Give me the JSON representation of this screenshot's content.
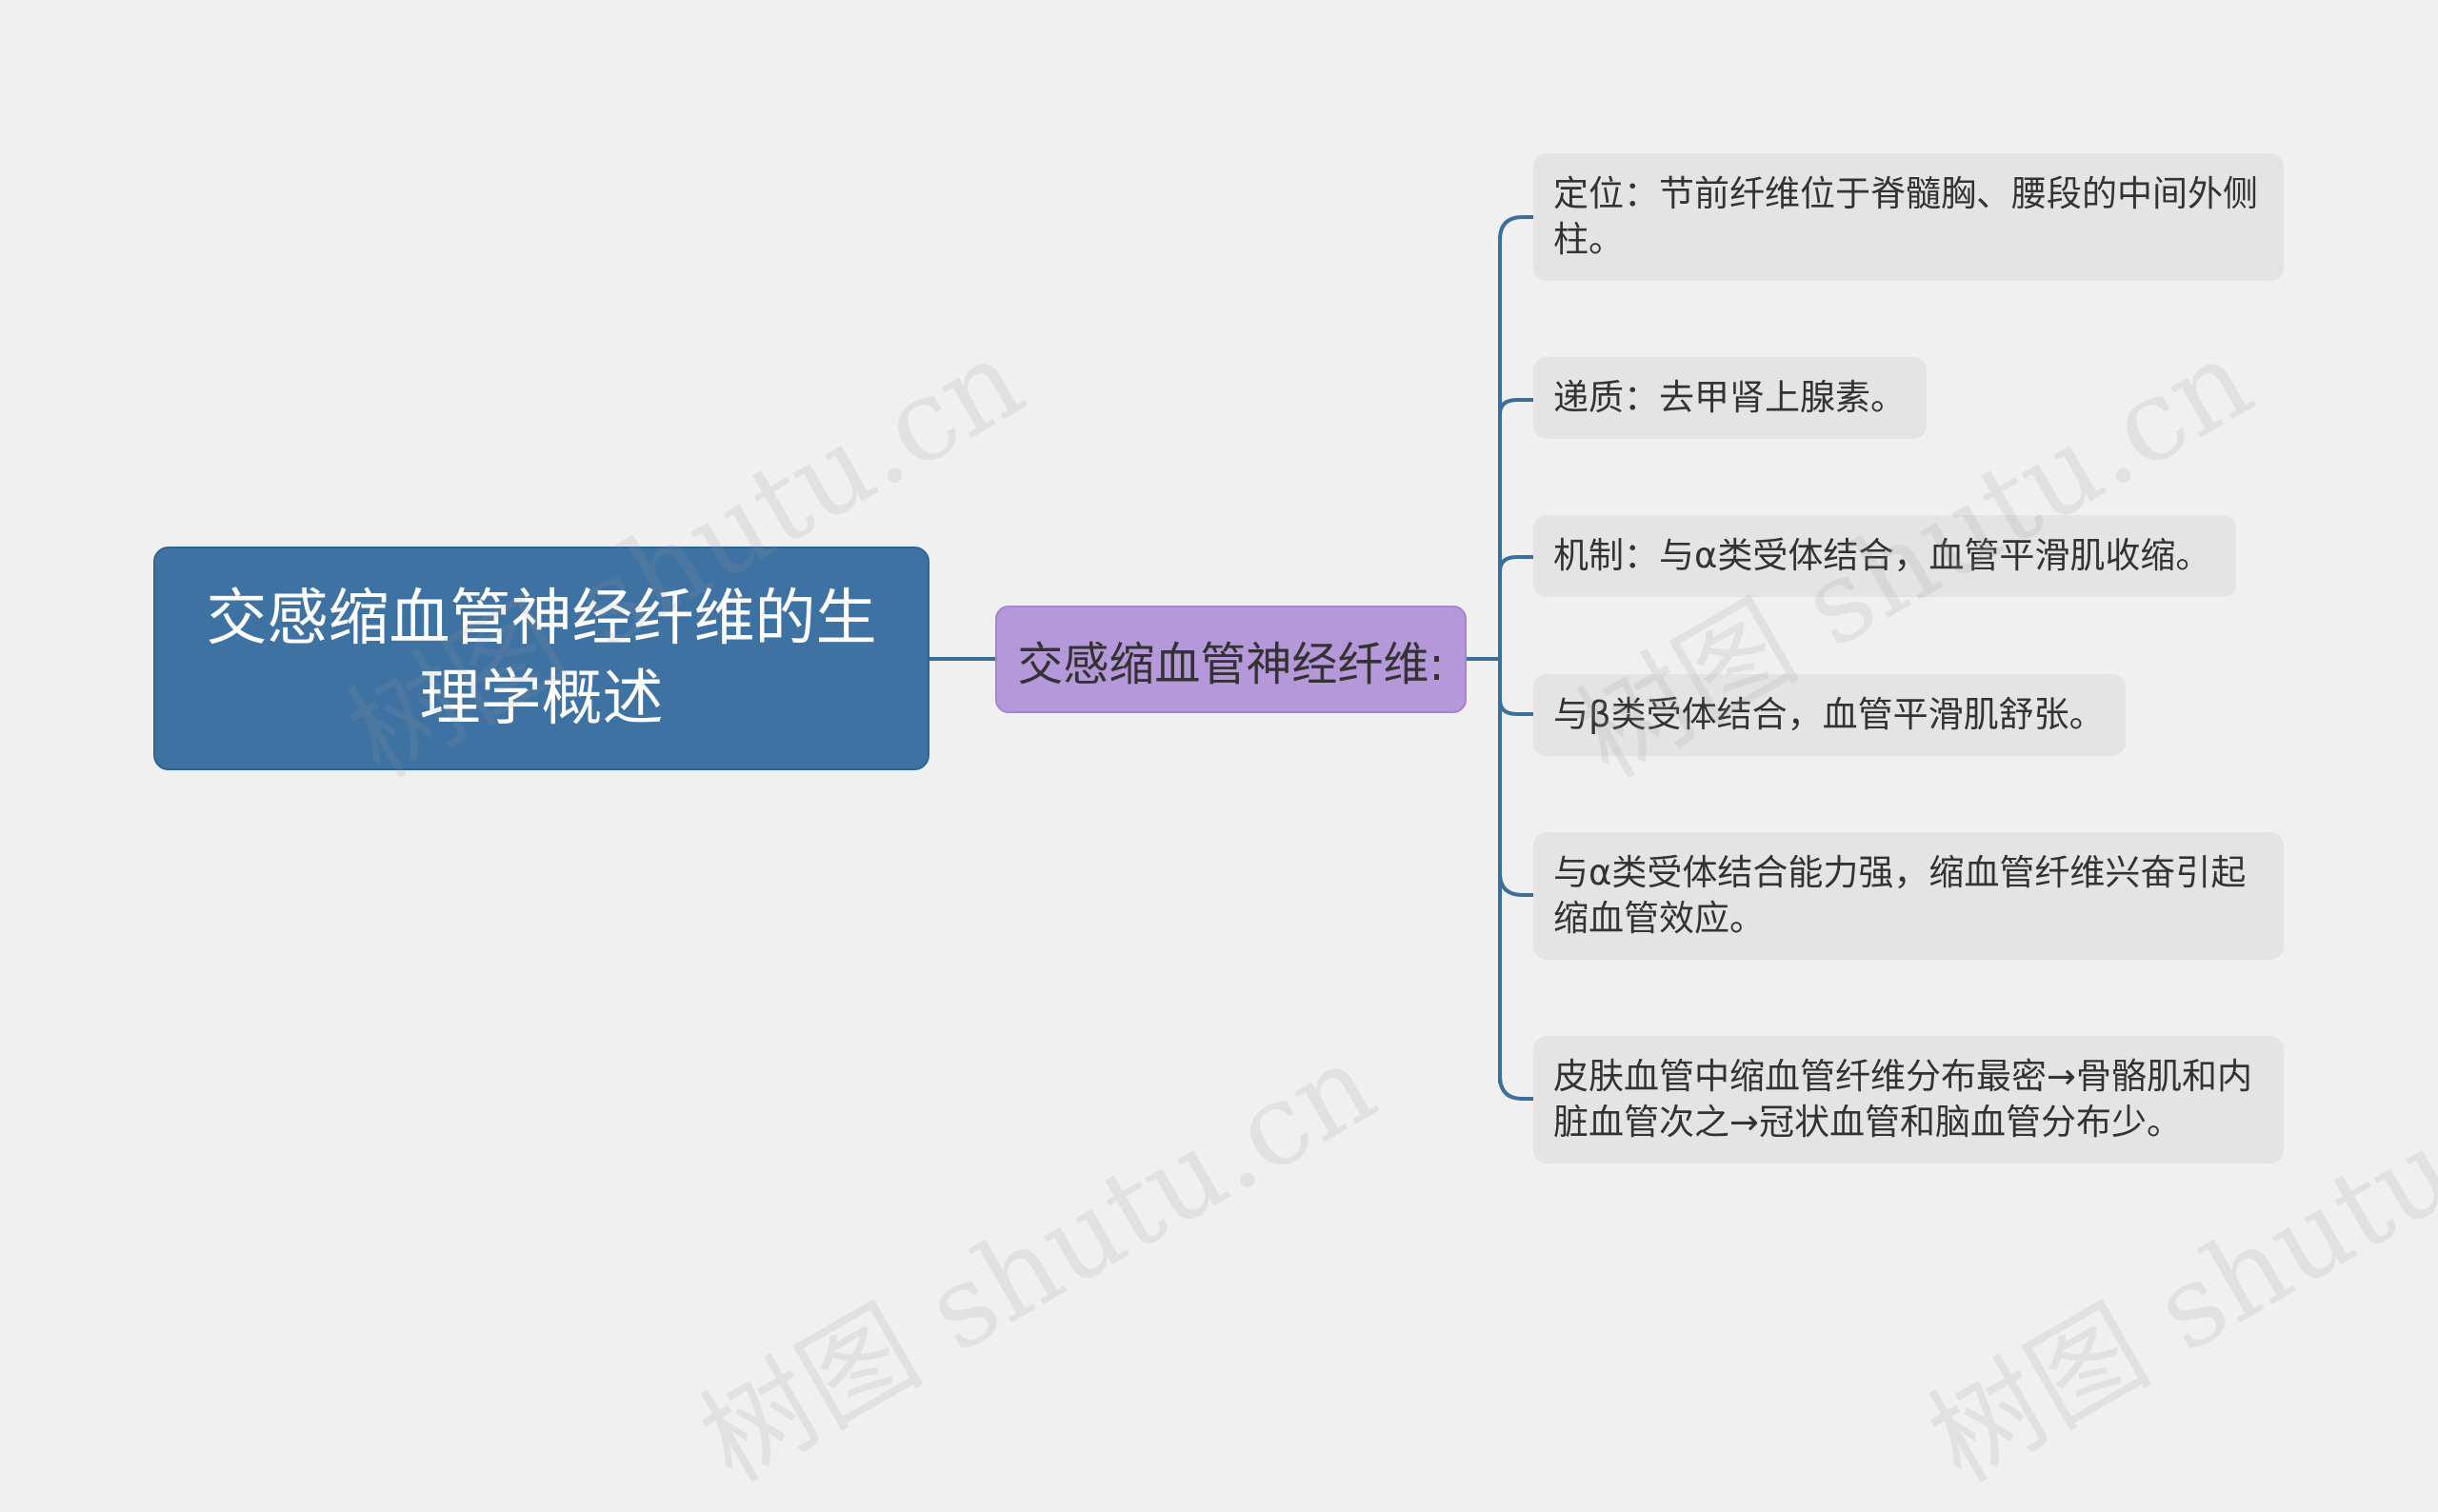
{
  "root": {
    "label": "交感缩血管神经纤维的生理学概述"
  },
  "branch": {
    "label": "交感缩血管神经纤维:"
  },
  "leaves": [
    "定位：节前纤维位于脊髓胸、腰段的中间外侧柱。",
    "递质：去甲肾上腺素。",
    "机制：与α类受体结合，血管平滑肌收缩。",
    "与β类受体结合，血管平滑肌舒张。",
    "与α类受体结合能力强，缩血管纤维兴奋引起缩血管效应。",
    "皮肤血管中缩血管纤维分布最密→骨骼肌和内脏血管次之→冠状血管和脑血管分布少。"
  ],
  "watermark": "树图 shutu.cn",
  "colors": {
    "background": "#f0f0f0",
    "root_fill": "#3d72a2",
    "branch_fill": "#b598d9",
    "leaf_fill": "#e4e4e4",
    "connector": "#3d6f9e"
  }
}
